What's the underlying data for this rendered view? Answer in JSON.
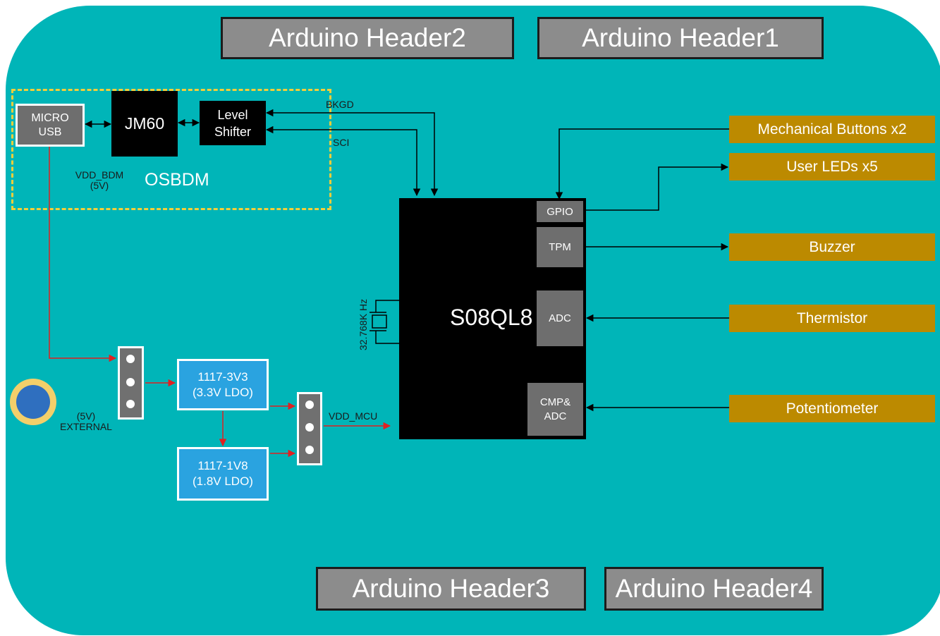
{
  "headers": {
    "header2": "Arduino Header2",
    "header1": "Arduino Header1",
    "header3": "Arduino Header3",
    "header4": "Arduino Header4"
  },
  "osbdm": {
    "title": "OSBDM",
    "micro_usb": "MICRO\nUSB",
    "jm60": "JM60",
    "level_shifter": "Level\nShifter",
    "vdd_bdm": "VDD_BDM\n(5V)",
    "bkgd": "BKGD",
    "sci": "SCI"
  },
  "mcu": {
    "name": "S08QL8",
    "gpio": "GPIO",
    "tpm": "TPM",
    "adc": "ADC",
    "cmp_adc": "CMP&\nADC",
    "crystal": "32.768K Hz"
  },
  "peripherals": {
    "buttons": "Mechanical Buttons x2",
    "leds": "User LEDs x5",
    "buzzer": "Buzzer",
    "thermistor": "Thermistor",
    "potentiometer": "Potentiometer"
  },
  "power": {
    "ldo_3v3": "1117-3V3\n(3.3V LDO)",
    "ldo_1v8": "1117-1V8\n(1.8V LDO)",
    "external": "(5V)\nEXTERNAL",
    "vdd_mcu": "VDD_MCU"
  },
  "colors": {
    "board": "#00b5b8",
    "header": "#8c8c8c",
    "peripheral": "#bc8a00",
    "ldo": "#2aa3e0",
    "power_wire": "#e02020",
    "osbdm_frame": "#f2cf3a"
  }
}
